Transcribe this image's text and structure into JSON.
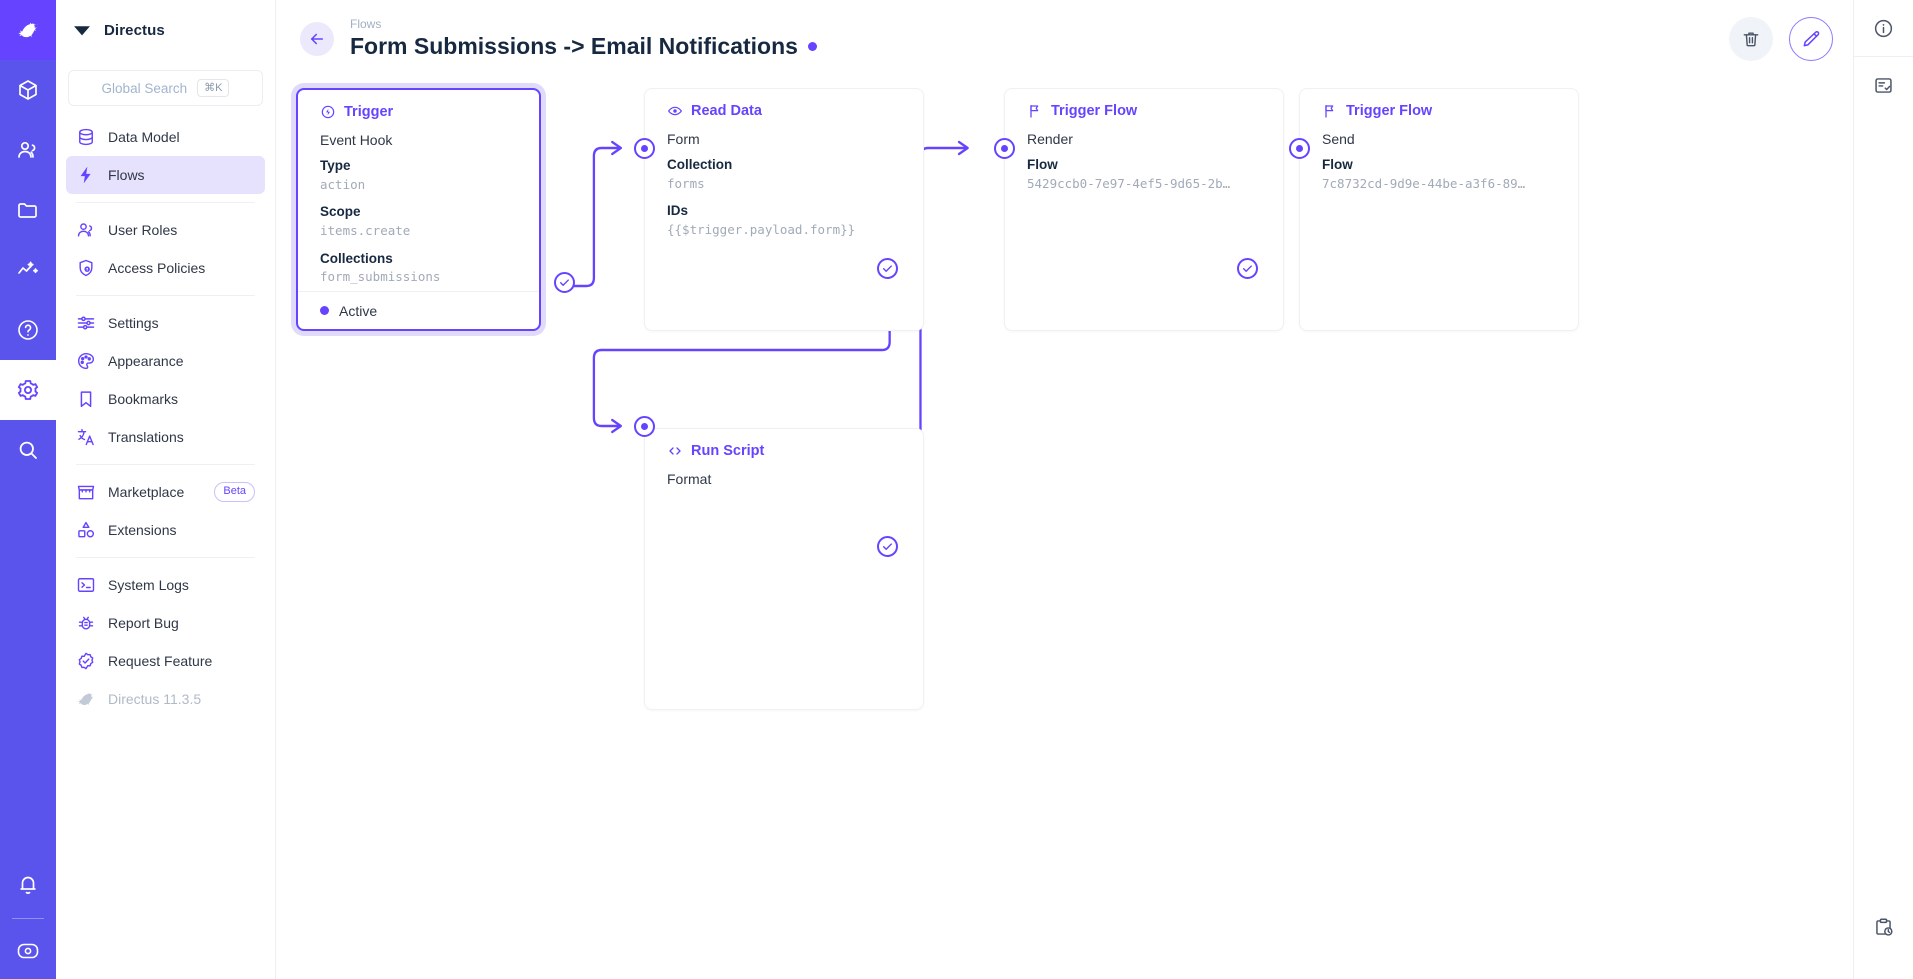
{
  "app": {
    "brand": "Directus",
    "version_label": "Directus 11.3.5"
  },
  "modulebar": {
    "items": [
      {
        "name": "directus-logo-icon",
        "label": "Directus"
      },
      {
        "name": "content-box-icon",
        "label": "Content"
      },
      {
        "name": "users-icon",
        "label": "User Directory"
      },
      {
        "name": "folder-icon",
        "label": "File Library"
      },
      {
        "name": "insights-icon",
        "label": "Insights"
      },
      {
        "name": "help-circle-icon",
        "label": "Help"
      },
      {
        "name": "gear-icon",
        "label": "Settings"
      },
      {
        "name": "search-icon",
        "label": "Search"
      },
      {
        "name": "bell-icon",
        "label": "Notifications"
      },
      {
        "name": "account-icon",
        "label": "Account"
      }
    ]
  },
  "search": {
    "placeholder": "Global Search",
    "shortcut": "⌘K"
  },
  "sidebar": {
    "groups": [
      {
        "items": [
          {
            "label": "Data Model",
            "icon": "database-icon",
            "selected": false
          },
          {
            "label": "Flows",
            "icon": "bolt-icon",
            "selected": true
          }
        ]
      },
      {
        "items": [
          {
            "label": "User Roles",
            "icon": "users-icon",
            "selected": false
          },
          {
            "label": "Access Policies",
            "icon": "shield-lock-icon",
            "selected": false
          }
        ]
      },
      {
        "items": [
          {
            "label": "Settings",
            "icon": "sliders-icon",
            "selected": false
          },
          {
            "label": "Appearance",
            "icon": "palette-icon",
            "selected": false
          },
          {
            "label": "Bookmarks",
            "icon": "bookmark-icon",
            "selected": false
          },
          {
            "label": "Translations",
            "icon": "translate-icon",
            "selected": false
          }
        ]
      },
      {
        "items": [
          {
            "label": "Marketplace",
            "icon": "store-icon",
            "badge": "Beta",
            "selected": false
          },
          {
            "label": "Extensions",
            "icon": "extensions-icon",
            "selected": false
          }
        ]
      },
      {
        "items": [
          {
            "label": "System Logs",
            "icon": "terminal-icon",
            "selected": false
          },
          {
            "label": "Report Bug",
            "icon": "bug-icon",
            "selected": false
          },
          {
            "label": "Request Feature",
            "icon": "check-badge-icon",
            "selected": false
          },
          {
            "label": "Directus 11.3.5",
            "icon": "rabbit-icon",
            "selected": false,
            "muted": true
          }
        ]
      }
    ]
  },
  "header": {
    "breadcrumb": "Flows",
    "title": "Form Submissions -> Email Notifications",
    "status_dot_color": "#6644ff",
    "back_label": "Back",
    "actions": [
      {
        "name": "delete-flow-button",
        "icon": "trash-icon",
        "label": "Delete Flow"
      },
      {
        "name": "edit-flow-button",
        "icon": "pencil-icon",
        "label": "Edit Flow"
      }
    ]
  },
  "rightrail": {
    "items": [
      {
        "name": "info-icon",
        "label": "Flow Info"
      },
      {
        "name": "logs-icon",
        "label": "Logs"
      },
      {
        "name": "activity-icon",
        "label": "Activity"
      }
    ]
  },
  "flow": {
    "accent": "#6644ff",
    "nodes": [
      {
        "id": "trigger",
        "type": "trigger",
        "icon": "trigger-icon",
        "title": "Trigger",
        "subtitle": "Event Hook",
        "fields": [
          {
            "key": "Type",
            "value": "action"
          },
          {
            "key": "Scope",
            "value": "items.create"
          },
          {
            "key": "Collections",
            "value": "form_submissions"
          }
        ],
        "status": "Active",
        "selected": true
      },
      {
        "id": "read-data",
        "type": "operation",
        "icon": "eye-icon",
        "title": "Read Data",
        "subtitle": "Form",
        "fields": [
          {
            "key": "Collection",
            "value": "forms"
          },
          {
            "key": "IDs",
            "value": "{{$trigger.payload.form}}"
          }
        ]
      },
      {
        "id": "run-script",
        "type": "operation",
        "icon": "code-icon",
        "title": "Run Script",
        "subtitle": "Format",
        "fields": []
      },
      {
        "id": "trigger-flow-render",
        "type": "operation",
        "icon": "flag-icon",
        "title": "Trigger Flow",
        "subtitle": "Render",
        "fields": [
          {
            "key": "Flow",
            "value": "5429ccb0-7e97-4ef5-9d65-2b…"
          }
        ]
      },
      {
        "id": "trigger-flow-send",
        "type": "operation",
        "icon": "flag-icon",
        "title": "Trigger Flow",
        "subtitle": "Send",
        "fields": [
          {
            "key": "Flow",
            "value": "7c8732cd-9d9e-44be-a3f6-89…"
          }
        ]
      }
    ]
  }
}
